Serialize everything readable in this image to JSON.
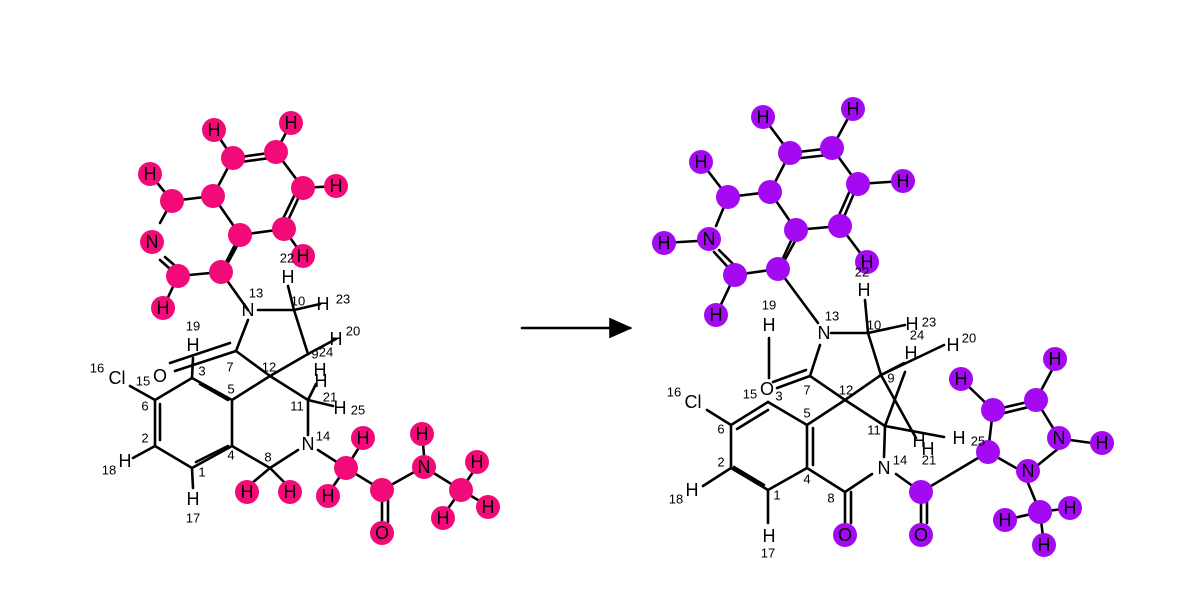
{
  "colors": {
    "reactant_highlight": "#f20a78",
    "product_highlight": "#a30af2",
    "bond": "#000000",
    "background": "#ffffff"
  },
  "reaction_arrow": {
    "name": "reaction-arrow"
  },
  "reactant": {
    "symbols": [
      {
        "id": "r-H-a",
        "t": "H"
      },
      {
        "id": "r-H-b",
        "t": "H"
      },
      {
        "id": "r-H-c",
        "t": "H"
      },
      {
        "id": "r-H-d",
        "t": "H"
      },
      {
        "id": "r-N-ring",
        "t": "N"
      },
      {
        "id": "r-H-e",
        "t": "H"
      },
      {
        "id": "r-H-22",
        "t": "H"
      },
      {
        "id": "r-N-13",
        "t": "N"
      },
      {
        "id": "r-H-10",
        "t": "H"
      },
      {
        "id": "r-H-23",
        "t": "H"
      },
      {
        "id": "r-H-20",
        "t": "H"
      },
      {
        "id": "r-H-24",
        "t": "H"
      },
      {
        "id": "r-H-21",
        "t": "H"
      },
      {
        "id": "r-H-25",
        "t": "H"
      },
      {
        "id": "r-H-19",
        "t": "H"
      },
      {
        "id": "r-O-7",
        "t": "O"
      },
      {
        "id": "r-Cl-16",
        "t": "Cl"
      },
      {
        "id": "r-H-18",
        "t": "H"
      },
      {
        "id": "r-H-17",
        "t": "H"
      },
      {
        "id": "r-N-14",
        "t": "N"
      },
      {
        "id": "r-H-8a",
        "t": "H"
      },
      {
        "id": "r-H-8b",
        "t": "H"
      },
      {
        "id": "r-H-ch2a",
        "t": "H"
      },
      {
        "id": "r-H-ch2b",
        "t": "H"
      },
      {
        "id": "r-O-amide",
        "t": "O"
      },
      {
        "id": "r-H-nh",
        "t": "H"
      },
      {
        "id": "r-N-amide",
        "t": "N"
      },
      {
        "id": "r-H-me1",
        "t": "H"
      },
      {
        "id": "r-H-me2",
        "t": "H"
      },
      {
        "id": "r-H-me3",
        "t": "H"
      }
    ],
    "numbers": [
      {
        "id": "rn-13",
        "t": "13"
      },
      {
        "id": "rn-10",
        "t": "10"
      },
      {
        "id": "rn-23",
        "t": "23"
      },
      {
        "id": "rn-20",
        "t": "20"
      },
      {
        "id": "rn-24",
        "t": "24"
      },
      {
        "id": "rn-9",
        "t": "9"
      },
      {
        "id": "rn-21",
        "t": "21"
      },
      {
        "id": "rn-25",
        "t": "25"
      },
      {
        "id": "rn-11",
        "t": "11"
      },
      {
        "id": "rn-12",
        "t": "12"
      },
      {
        "id": "rn-19",
        "t": "19"
      },
      {
        "id": "rn-7",
        "t": "7"
      },
      {
        "id": "rn-3",
        "t": "3"
      },
      {
        "id": "rn-5",
        "t": "5"
      },
      {
        "id": "rn-16",
        "t": "16"
      },
      {
        "id": "rn-15",
        "t": "15"
      },
      {
        "id": "rn-6",
        "t": "6"
      },
      {
        "id": "rn-2",
        "t": "2"
      },
      {
        "id": "rn-18",
        "t": "18"
      },
      {
        "id": "rn-1",
        "t": "1"
      },
      {
        "id": "rn-4",
        "t": "4"
      },
      {
        "id": "rn-8",
        "t": "8"
      },
      {
        "id": "rn-14",
        "t": "14"
      },
      {
        "id": "rn-17",
        "t": "17"
      },
      {
        "id": "rn-22",
        "t": "22"
      }
    ]
  },
  "product": {
    "symbols": [
      {
        "id": "p-H-a",
        "t": "H"
      },
      {
        "id": "p-H-b",
        "t": "H"
      },
      {
        "id": "p-H-c",
        "t": "H"
      },
      {
        "id": "p-H-d",
        "t": "H"
      },
      {
        "id": "p-H-nh",
        "t": "H"
      },
      {
        "id": "p-N-ring",
        "t": "N"
      },
      {
        "id": "p-H-e",
        "t": "H"
      },
      {
        "id": "p-H-22",
        "t": "H"
      },
      {
        "id": "p-H-19",
        "t": "H"
      },
      {
        "id": "p-N-13",
        "t": "N"
      },
      {
        "id": "p-H-10",
        "t": "H"
      },
      {
        "id": "p-H-23",
        "t": "H"
      },
      {
        "id": "p-H-20",
        "t": "H"
      },
      {
        "id": "p-H-9",
        "t": "H"
      },
      {
        "id": "p-O-7",
        "t": "O"
      },
      {
        "id": "p-Cl-16",
        "t": "Cl"
      },
      {
        "id": "p-H-11",
        "t": "H"
      },
      {
        "id": "p-H-21",
        "t": "H"
      },
      {
        "id": "p-H-25",
        "t": "H"
      },
      {
        "id": "p-H-pz1",
        "t": "H"
      },
      {
        "id": "p-H-pz2",
        "t": "H"
      },
      {
        "id": "p-N-pz1",
        "t": "N"
      },
      {
        "id": "p-H-pz3",
        "t": "H"
      },
      {
        "id": "p-N-pz2",
        "t": "N"
      },
      {
        "id": "p-H-18",
        "t": "H"
      },
      {
        "id": "p-N-14",
        "t": "N"
      },
      {
        "id": "p-H-17",
        "t": "H"
      },
      {
        "id": "p-O-8",
        "t": "O"
      },
      {
        "id": "p-O-amide",
        "t": "O"
      },
      {
        "id": "p-H-me1",
        "t": "H"
      },
      {
        "id": "p-H-me2",
        "t": "H"
      },
      {
        "id": "p-H-me3",
        "t": "H"
      }
    ],
    "numbers": [
      {
        "id": "pn-22",
        "t": "22"
      },
      {
        "id": "pn-19",
        "t": "19"
      },
      {
        "id": "pn-13",
        "t": "13"
      },
      {
        "id": "pn-10",
        "t": "10"
      },
      {
        "id": "pn-23",
        "t": "23"
      },
      {
        "id": "pn-24",
        "t": "24"
      },
      {
        "id": "pn-20",
        "t": "20"
      },
      {
        "id": "pn-7",
        "t": "7"
      },
      {
        "id": "pn-12",
        "t": "12"
      },
      {
        "id": "pn-9",
        "t": "9"
      },
      {
        "id": "pn-15",
        "t": "15"
      },
      {
        "id": "pn-3",
        "t": "3"
      },
      {
        "id": "pn-16",
        "t": "16"
      },
      {
        "id": "pn-6",
        "t": "6"
      },
      {
        "id": "pn-5",
        "t": "5"
      },
      {
        "id": "pn-11",
        "t": "11"
      },
      {
        "id": "pn-25",
        "t": "25"
      },
      {
        "id": "pn-21",
        "t": "21"
      },
      {
        "id": "pn-14",
        "t": "14"
      },
      {
        "id": "pn-2",
        "t": "2"
      },
      {
        "id": "pn-18",
        "t": "18"
      },
      {
        "id": "pn-4",
        "t": "4"
      },
      {
        "id": "pn-1",
        "t": "1"
      },
      {
        "id": "pn-8",
        "t": "8"
      },
      {
        "id": "pn-17",
        "t": "17"
      }
    ]
  }
}
